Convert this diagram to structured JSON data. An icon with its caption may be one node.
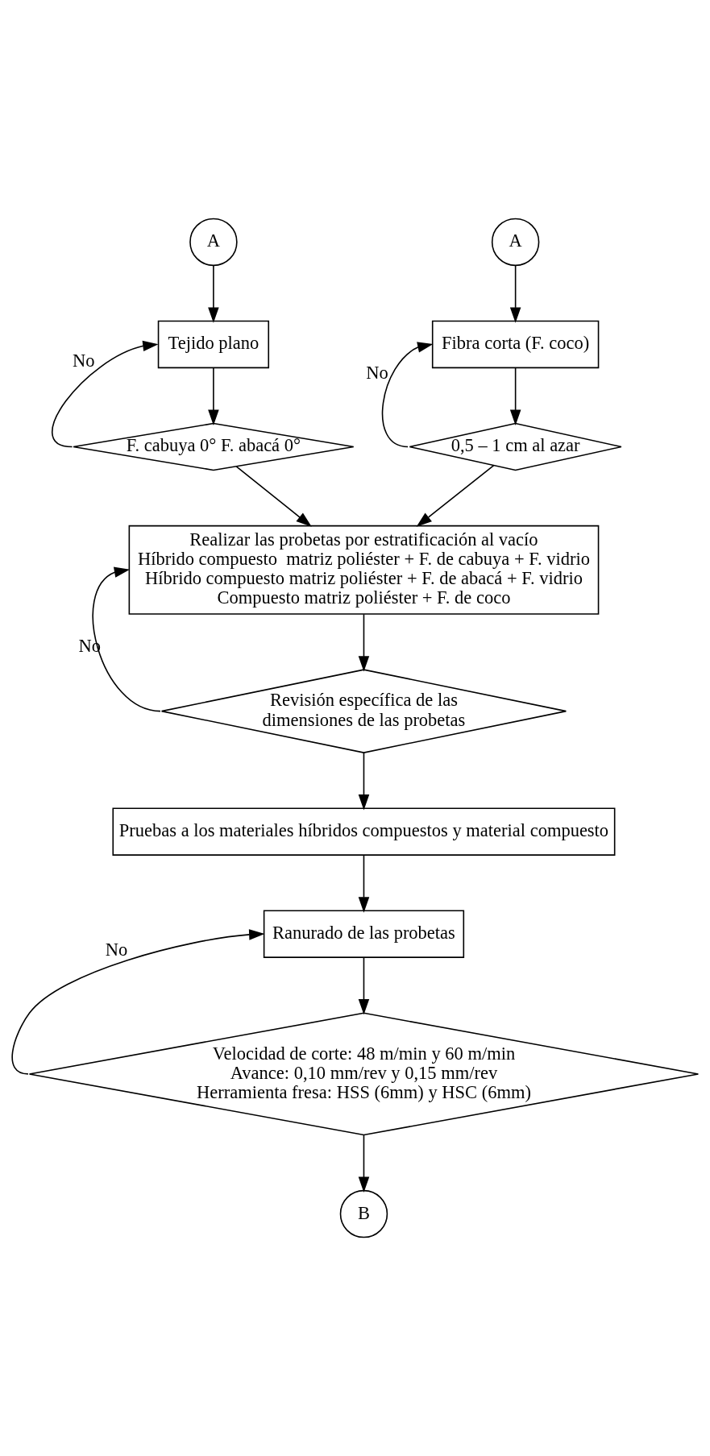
{
  "diagram": {
    "nodes": [
      {
        "text": [
          "A"
        ]
      },
      {
        "text": [
          "A"
        ]
      },
      {
        "text": [
          "Tejido plano"
        ]
      },
      {
        "text": [
          "F. cabuya 0° F. abacá 0°"
        ]
      },
      {
        "text": [
          "Fibra corta (F. coco)"
        ]
      },
      {
        "text": [
          "0,5 – 1 cm al azar"
        ]
      },
      {
        "text": [
          "Realizar las probetas por estratificación al vacío",
          "Híbrido compuesto  matriz poliéster + F. de cabuya + F. vidrio",
          "Híbrido compuesto matriz poliéster + F. de abacá + F. vidrio",
          "Compuesto matriz poliéster + F. de coco"
        ]
      },
      {
        "text": [
          "Revisión específica de las dimensiones de las probetas"
        ]
      },
      {
        "text": [
          "Pruebas a los materiales híbridos compuestos y material compuesto"
        ]
      },
      {
        "text": [
          "Ranurado de las probetas"
        ]
      },
      {
        "text": [
          "Velocidad de corte: 48 m/min y 60 m/min",
          "Avance: 0,10 mm/rev y 0,15 mm/rev",
          "Herramienta fresa: HSS (6mm) y HSC (6mm)"
        ]
      },
      {
        "text": [
          "B"
        ]
      }
    ],
    "edges": [
      {
        "from": 0,
        "to": 2,
        "arrow": "to"
      },
      {
        "from": 2,
        "to": 3,
        "arrow": "to"
      },
      {
        "from": 3,
        "to": 2,
        "arrow": "to",
        "label": "No"
      },
      {
        "from": 1,
        "to": 4,
        "arrow": "to"
      },
      {
        "from": 4,
        "to": 5,
        "arrow": "to"
      },
      {
        "from": 5,
        "to": 4,
        "arrow": "to",
        "label": "No"
      },
      {
        "from": 3,
        "to": 6,
        "arrow": "to"
      },
      {
        "from": 5,
        "to": 6,
        "arrow": "to"
      },
      {
        "from": 6,
        "to": 7,
        "arrow": "to"
      },
      {
        "from": 7,
        "to": 6,
        "arrow": "to",
        "label": "No"
      },
      {
        "from": 7,
        "to": 8,
        "arrow": "to"
      },
      {
        "from": 8,
        "to": 9,
        "arrow": "to"
      },
      {
        "from": 9,
        "to": 10,
        "arrow": "to"
      },
      {
        "from": 10,
        "to": 9,
        "arrow": "to",
        "label": "No"
      },
      {
        "from": 10,
        "to": 11,
        "arrow": "to"
      }
    ]
  }
}
